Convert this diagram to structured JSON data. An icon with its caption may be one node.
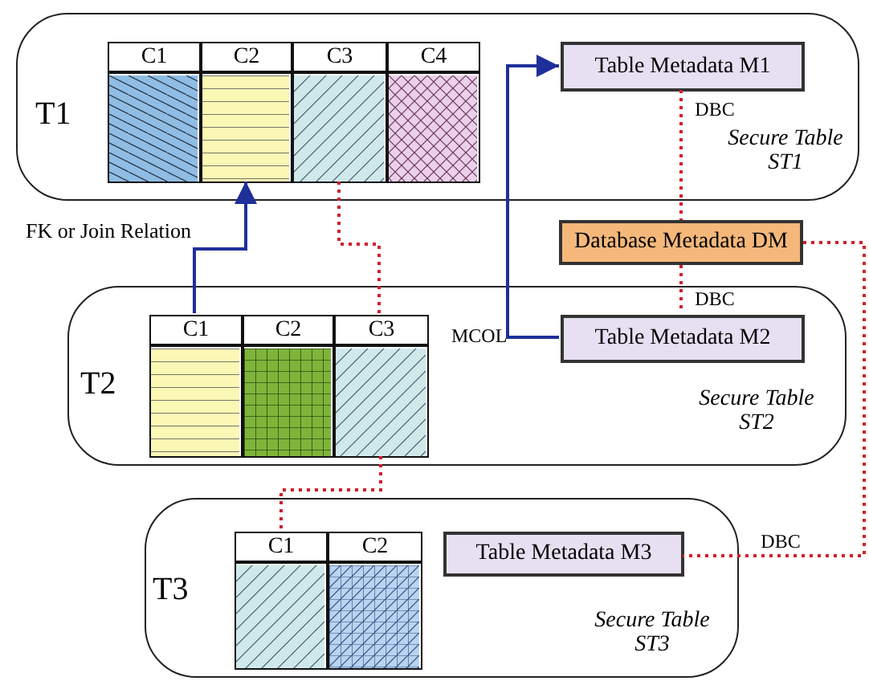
{
  "diagram": {
    "nodes": [
      {
        "text": [
          "Secure Table ST1"
        ]
      },
      {
        "text": [
          "C1"
        ],
        "in": 0
      },
      {
        "text": [
          "C2"
        ],
        "in": 0
      },
      {
        "text": [
          "C3"
        ],
        "in": 0
      },
      {
        "text": [
          "C4"
        ],
        "in": 0
      },
      {
        "text": [
          "Table Metadata M1"
        ],
        "in": 0
      },
      {
        "text": [
          "Database Metadata DM"
        ]
      },
      {
        "text": [
          "Secure Table ST2"
        ]
      },
      {
        "text": [
          "C1"
        ],
        "in": 7
      },
      {
        "text": [
          "C2"
        ],
        "in": 7
      },
      {
        "text": [
          "C3"
        ],
        "in": 7
      },
      {
        "text": [
          "Table Metadata M2"
        ],
        "in": 7
      },
      {
        "text": [
          "Secure Table ST3"
        ]
      },
      {
        "text": [
          "C1"
        ],
        "in": 12
      },
      {
        "text": [
          "C2"
        ],
        "in": 12
      },
      {
        "text": [
          "Table Metadata M3"
        ],
        "in": 12
      }
    ],
    "edges": [
      {
        "from": 8,
        "to": 2,
        "arrow": "to",
        "label": "FK or Join Relation",
        "color": "#1f2f9a"
      },
      {
        "from": 11,
        "to": 5,
        "arrow": "to",
        "label": "MCOL",
        "color": "#1f2f9a"
      },
      {
        "from": 3,
        "to": 10,
        "arrow": "none",
        "style": "dashed"
      },
      {
        "from": 10,
        "to": 13,
        "arrow": "none",
        "style": "dashed"
      },
      {
        "from": 5,
        "to": 6,
        "arrow": "none",
        "label": "DBC",
        "style": "dashed"
      },
      {
        "from": 6,
        "to": 11,
        "arrow": "none",
        "label": "DBC",
        "style": "dashed"
      },
      {
        "from": 6,
        "to": 15,
        "arrow": "none",
        "label": "DBC",
        "style": "dashed"
      }
    ],
    "labels": [
      "T1",
      "T2",
      "T3"
    ]
  }
}
